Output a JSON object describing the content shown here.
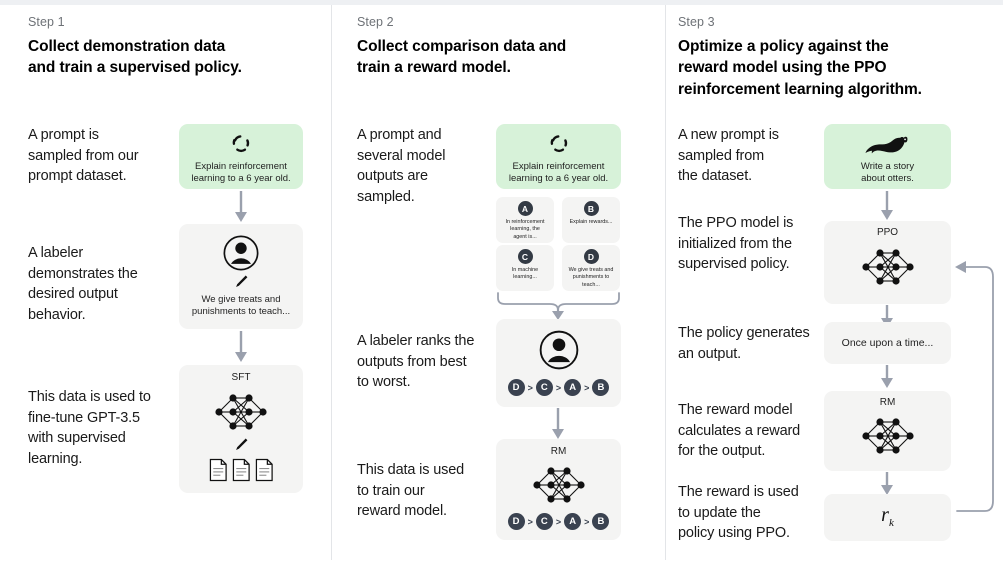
{
  "diagram": {
    "title": "RLHF three-step training diagram",
    "colors": {
      "prompt_card_green": "#d7f2d9",
      "card_gray": "#f4f4f3",
      "badge_dark": "#333a44",
      "arrow_gray": "#9aa0ad",
      "divider": "#e3e5e8"
    }
  },
  "steps": [
    {
      "label": "Step 1",
      "title": "Collect demonstration data\nand train a supervised policy.",
      "descriptions": [
        "A prompt is\nsampled from our\nprompt dataset.",
        "A labeler\ndemonstrates the\ndesired output\nbehavior.",
        "This data is used to\nfine-tune GPT-3.5\nwith supervised\nlearning."
      ],
      "cards": [
        {
          "kind": "prompt",
          "icon": "recycle-icon",
          "caption": "Explain reinforcement\nlearning to a 6 year old."
        },
        {
          "kind": "labeler",
          "icon": "person-icon",
          "secondary_icon": "pencil-icon",
          "caption": "We give treats and\npunishments to teach..."
        },
        {
          "kind": "model",
          "title": "SFT",
          "icon": "neural-network-icon",
          "secondary_icon": "pencil-icon",
          "tertiary_icon": "documents-icon"
        }
      ]
    },
    {
      "label": "Step 2",
      "title": "Collect comparison data and\ntrain a reward model.",
      "descriptions": [
        "A prompt and\nseveral model\noutputs are\nsampled.",
        "A labeler ranks the\noutputs from best\nto worst.",
        "This data is used\nto train our\nreward model."
      ],
      "cards": [
        {
          "kind": "prompt",
          "icon": "recycle-icon",
          "caption": "Explain reinforcement\nlearning to a 6 year old."
        },
        {
          "kind": "outputs",
          "options": [
            {
              "badge": "A",
              "text": "In reinforcement\nlearning, the\nagent is..."
            },
            {
              "badge": "B",
              "text": "Explain rewards..."
            },
            {
              "badge": "C",
              "text": "In machine\nlearning..."
            },
            {
              "badge": "D",
              "text": "We give treats and\npunishments to\nteach..."
            }
          ]
        },
        {
          "kind": "labeler-rank",
          "icon": "person-icon",
          "ranking": [
            "D",
            "C",
            "A",
            "B"
          ]
        },
        {
          "kind": "model",
          "title": "RM",
          "icon": "neural-network-icon",
          "ranking": [
            "D",
            "C",
            "A",
            "B"
          ]
        }
      ]
    },
    {
      "label": "Step 3",
      "title": "Optimize a policy against the\nreward model using the PPO\nreinforcement learning algorithm.",
      "descriptions": [
        "A new prompt is\nsampled from\nthe dataset.",
        "The PPO model is\ninitialized from the\nsupervised policy.",
        "The policy generates\nan output.",
        "The reward model\ncalculates a reward\nfor the output.",
        "The reward is used\nto update the\npolicy using PPO."
      ],
      "cards": [
        {
          "kind": "prompt",
          "icon": "otter-icon",
          "caption": "Write a story\nabout otters."
        },
        {
          "kind": "model",
          "title": "PPO",
          "icon": "neural-network-icon"
        },
        {
          "kind": "output",
          "caption": "Once upon a time..."
        },
        {
          "kind": "model",
          "title": "RM",
          "icon": "neural-network-icon"
        },
        {
          "kind": "reward",
          "symbol": "r",
          "subscript": "k"
        }
      ]
    }
  ]
}
